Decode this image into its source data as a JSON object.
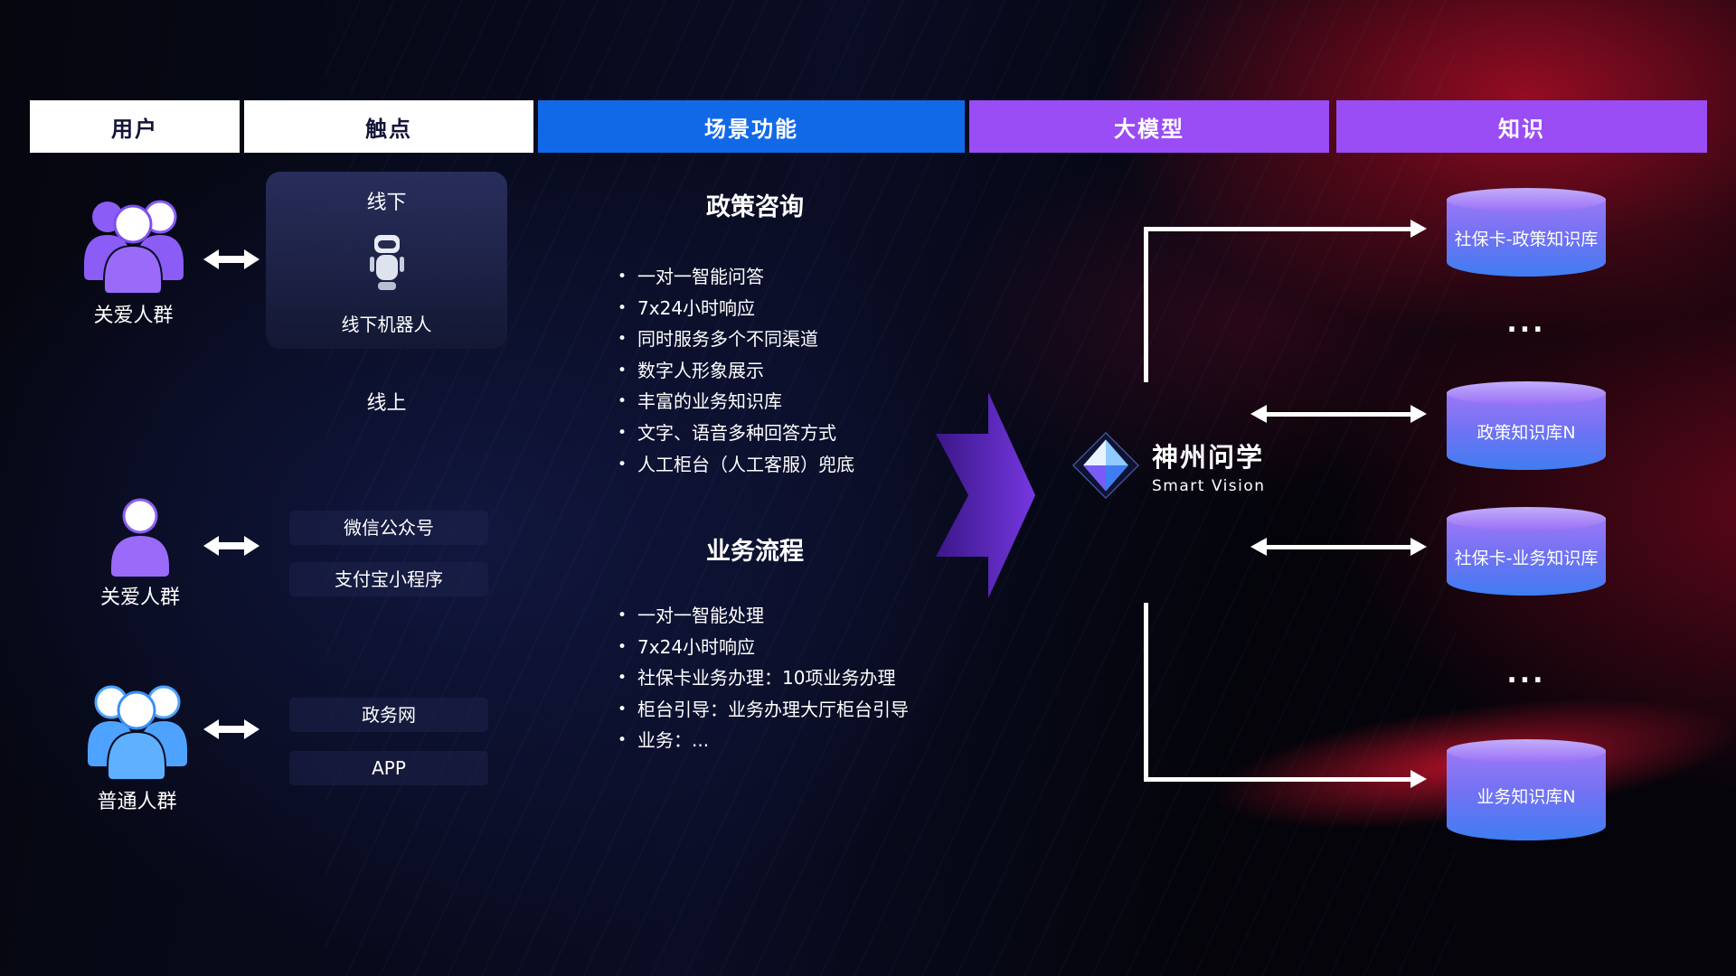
{
  "header": {
    "columns": [
      {
        "label": "用户"
      },
      {
        "label": "触点"
      },
      {
        "label": "场景功能"
      },
      {
        "label": "大模型"
      },
      {
        "label": "知识"
      }
    ]
  },
  "users": [
    {
      "label": "关爱人群"
    },
    {
      "label": "关爱人群"
    },
    {
      "label": "普通人群"
    }
  ],
  "touchpoints": {
    "offline_title": "线下",
    "offline_robot": "线下机器人",
    "online_title": "线上",
    "channels": [
      "微信公众号",
      "支付宝小程序",
      "政务网",
      "APP"
    ]
  },
  "scenarios": [
    {
      "title": "政策咨询",
      "items": [
        "一对一智能问答",
        "7x24小时响应",
        "同时服务多个不同渠道",
        "数字人形象展示",
        "丰富的业务知识库",
        "文字、语音多种回答方式",
        "人工柜台（人工客服）兜底"
      ]
    },
    {
      "title": "业务流程",
      "items": [
        "一对一智能处理",
        "7x24小时响应",
        "社保卡业务办理：10项业务办理",
        "柜台引导：业务办理大厅柜台引导",
        "业务：..."
      ]
    }
  ],
  "model": {
    "name": "神州问学",
    "subtitle": "Smart Vision"
  },
  "knowledge_bases": [
    {
      "label": "社保卡-政策知识库"
    },
    {
      "separator": "..."
    },
    {
      "label": "政策知识库N"
    },
    {
      "label": "社保卡-业务知识库"
    },
    {
      "separator": "..."
    },
    {
      "label": "业务知识库N"
    }
  ],
  "colors": {
    "header_light_bg": "#ffffff",
    "header_light_text": "#14143a",
    "header_blue": "#1169e8",
    "header_purple": "#9a4cf5",
    "cylinder_top": "#b79bfa",
    "cylinder_body_top": "#8b66f5",
    "cylinder_body_bottom": "#3f7df2",
    "flow_arrow_purple": "#7c3aed",
    "connector_white": "#ffffff",
    "accent_red": "#c01030",
    "user_icon_purple": "#8b5cf6",
    "user_icon_blue": "#4da3ff"
  }
}
